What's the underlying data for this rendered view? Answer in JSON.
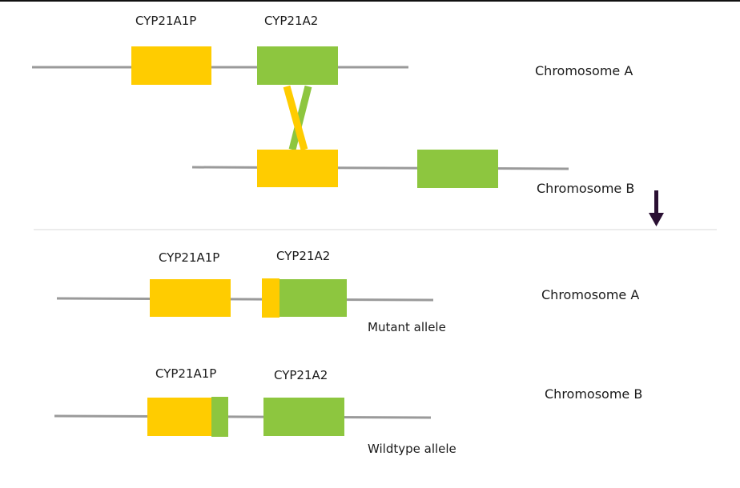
{
  "colors": {
    "pseudogene": "#FFCC00",
    "gene": "#8DC63F",
    "chromosome_line": "#9a9a9a",
    "arrow": "#2a1033",
    "divider": "#d8d8d8"
  },
  "top": {
    "gene_labels": {
      "pseudogene": "CYP21A1P",
      "gene": "CYP21A2"
    },
    "chromosome_a": "Chromosome A",
    "chromosome_b": "Chromosome B"
  },
  "bottom": {
    "a": {
      "pseudogene": "CYP21A1P",
      "gene": "CYP21A2",
      "chromosome": "Chromosome A",
      "allele": "Mutant allele"
    },
    "b": {
      "pseudogene": "CYP21A1P",
      "gene": "CYP21A2",
      "chromosome": "Chromosome B",
      "allele": "Wildtype allele"
    }
  },
  "arrow_icon": "down-arrow-icon"
}
